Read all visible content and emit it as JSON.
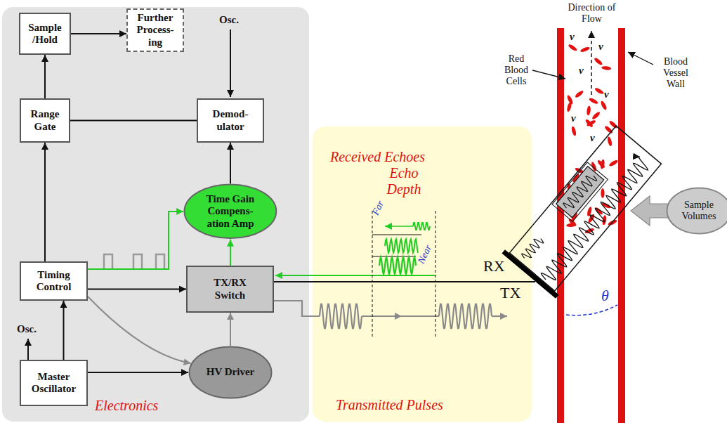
{
  "diagram": {
    "nodes": [
      {
        "text": [
          "Electronics"
        ]
      },
      {
        "text": [
          "Sample /Hold"
        ],
        "in": 0
      },
      {
        "text": [
          "Further Process- ing"
        ],
        "in": 0
      },
      {
        "text": [
          "Range Gate"
        ],
        "in": 0
      },
      {
        "text": [
          "Demod- ulator"
        ],
        "in": 0
      },
      {
        "text": [
          "Time Gain Compens- ation Amp"
        ],
        "in": 0
      },
      {
        "text": [
          "Timing Control"
        ],
        "in": 0
      },
      {
        "text": [
          "TX/RX Switch"
        ],
        "in": 0
      },
      {
        "text": [
          "Master Oscillator"
        ],
        "in": 0
      },
      {
        "text": [
          "HV Driver"
        ],
        "in": 0
      },
      {
        "text": [
          "Received Echoes",
          "Echo Depth",
          "Transmitted Pulses"
        ]
      },
      {
        "text": [
          "Sample Volumes"
        ]
      }
    ],
    "edges": [
      {
        "from": 1,
        "to": 2,
        "arrow": "to"
      },
      {
        "from": 3,
        "to": 1,
        "arrow": "to"
      },
      {
        "from": 4,
        "to": 3,
        "arrow": "none"
      },
      {
        "from": 5,
        "to": 4,
        "arrow": "to"
      },
      {
        "from": 6,
        "to": 3,
        "arrow": "to"
      },
      {
        "from": 6,
        "to": 7,
        "arrow": "to"
      },
      {
        "from": 6,
        "to": 5,
        "arrow": "to"
      },
      {
        "from": 6,
        "to": 9,
        "arrow": "to"
      },
      {
        "from": 8,
        "to": 6,
        "arrow": "to"
      },
      {
        "from": 8,
        "to": 9,
        "arrow": "to"
      },
      {
        "from": 9,
        "to": 7,
        "arrow": "to"
      },
      {
        "from": 7,
        "to": 5,
        "arrow": "to"
      }
    ],
    "labels": [
      "Osc.",
      "Osc.",
      "Far",
      "Near",
      "RX",
      "TX",
      "θ",
      "Direction of Flow",
      "Red Blood Cells",
      "Blood Vessel Wall",
      "v⃗",
      "v⃗",
      "v⃗",
      "v⃗",
      "v⃗",
      "v⃗"
    ]
  }
}
